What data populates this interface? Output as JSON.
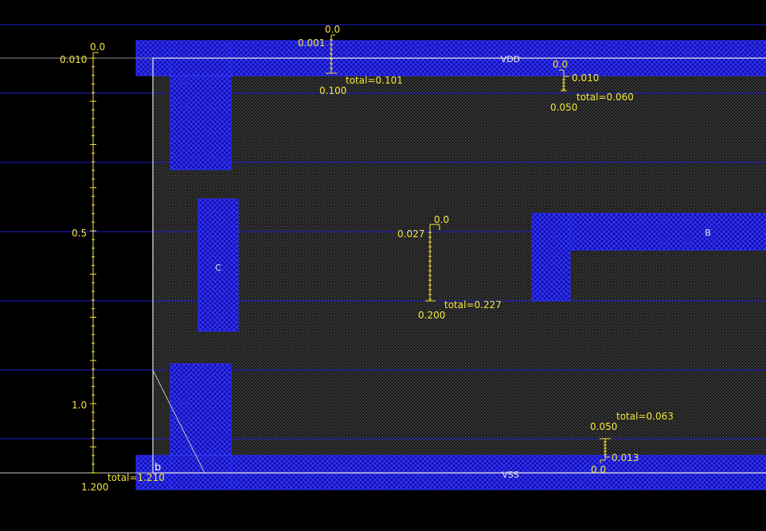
{
  "canvas": {
    "background": "#000000",
    "cell_fill": "#2b2b2b",
    "metal_color": "#1414d2",
    "metal_edge": "#2a2aff",
    "track_color": "#1c1cd8",
    "outline_color": "#e6e6e6",
    "annotation_color": "#f5e63a"
  },
  "labels": {
    "vdd": "VDD",
    "vss": "VSS",
    "pin_b": "B",
    "pin_c": "C",
    "corner": "b"
  },
  "ruler": {
    "top_zero": "0.0",
    "top": "0.010",
    "mid": "0.5",
    "lower": "1.0",
    "bottom": "1.200",
    "total": "total=1.210"
  },
  "markers": [
    {
      "id": "m1",
      "zero": "0.0",
      "a": "0.001",
      "b": "0.100",
      "total": "total=0.101"
    },
    {
      "id": "m2",
      "zero": "0.0",
      "a": "0.010",
      "b": "0.050",
      "total": "total=0.060"
    },
    {
      "id": "m3",
      "zero": "0.0",
      "a": "0.027",
      "b": "0.200",
      "total": "total=0.227"
    },
    {
      "id": "m4",
      "zero": "0.0",
      "a": "0.013",
      "b": "0.050",
      "total": "total=0.063"
    }
  ]
}
